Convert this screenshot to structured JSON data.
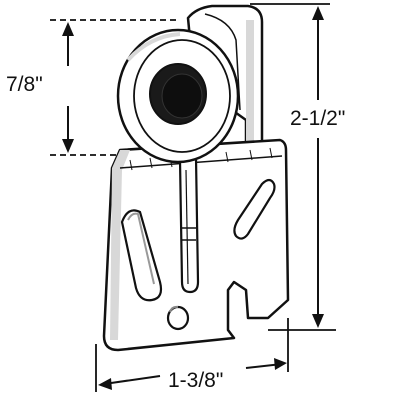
{
  "dimensions": {
    "roller_height": "7/8\"",
    "overall_height": "2-1/2\"",
    "plate_width": "1-3/8\""
  },
  "colors": {
    "line": "#111111",
    "background": "#ffffff",
    "wheel_hub": "#1a1a1a",
    "shading": "#d8d8d8"
  }
}
